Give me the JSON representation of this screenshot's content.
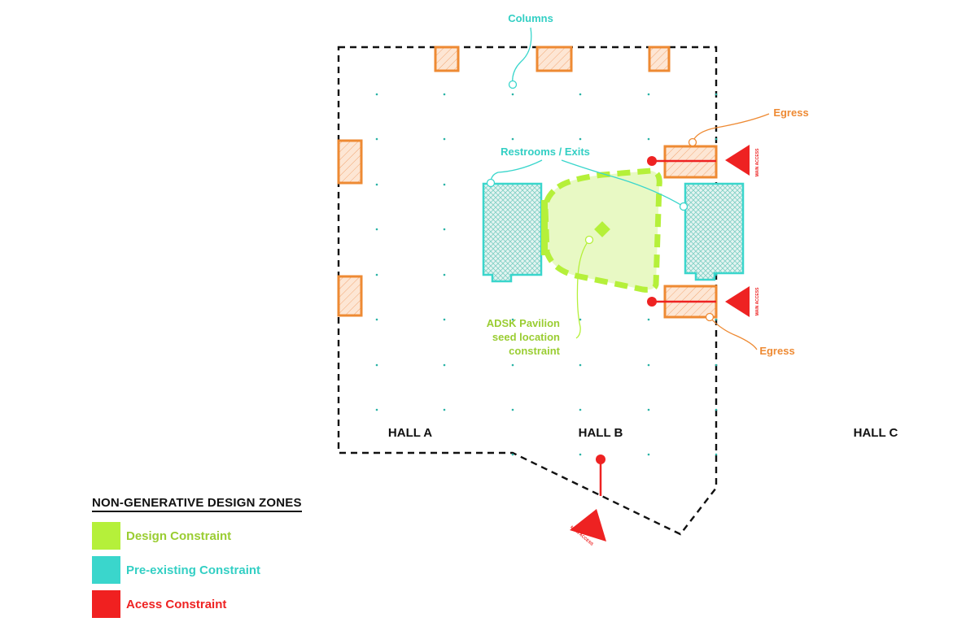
{
  "labels": {
    "columns": "Columns",
    "restrooms_exits": "Restrooms / Exits",
    "egress_top": "Egress",
    "egress_bottom": "Egress",
    "pavilion_line1": "ADSK Pavilion",
    "pavilion_line2": "seed location",
    "pavilion_line3": "constraint",
    "hall_a": "HALL A",
    "hall_b": "HALL B",
    "hall_c": "HALL C",
    "main_access": "MAIN ACCESS"
  },
  "legend": {
    "title": "NON-GENERATIVE DESIGN ZONES",
    "items": [
      {
        "label": "Design Constraint",
        "color": "#b5f03a",
        "text_color": "#9acd32"
      },
      {
        "label": "Pre-existing Constraint",
        "color": "#3ad6cc",
        "text_color": "#33cfc4"
      },
      {
        "label": "Acess Constraint",
        "color": "#f02020",
        "text_color": "#ee2222"
      }
    ]
  },
  "colors": {
    "design": "#b5f03a",
    "design_fill": "#e6f9bd",
    "preexisting": "#3ad6cc",
    "access": "#ee2222",
    "egress": "#ee8a33",
    "egress_fill": "#fbe3d0",
    "boundary": "#111111",
    "grid_dot": "#2ab3a6"
  }
}
